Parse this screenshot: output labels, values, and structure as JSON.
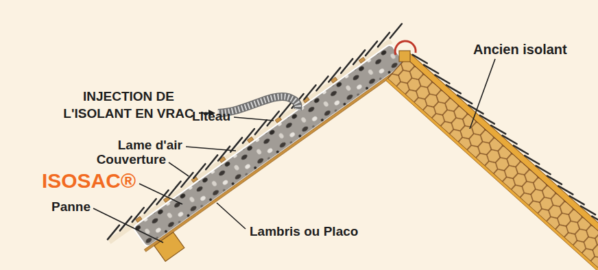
{
  "diagram": {
    "labels": [
      "INJECTION DE L'ISOLANT EN VRAC",
      "Ancien isolant",
      "Liteau",
      "Lame d'air",
      "Couverture",
      "ISOSAC®",
      "Panne",
      "Lambris ou Placo"
    ]
  }
}
